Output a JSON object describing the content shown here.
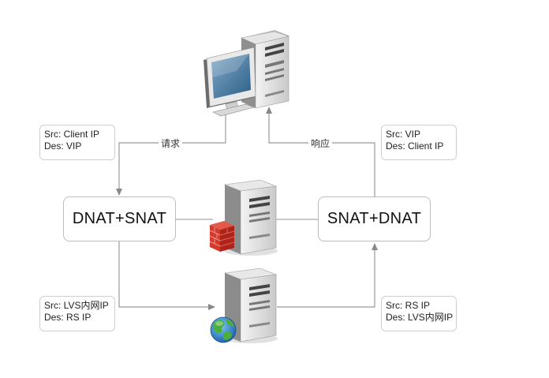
{
  "left_box": {
    "label": "DNAT+SNAT"
  },
  "right_box": {
    "label": "SNAT+DNAT"
  },
  "notes": {
    "top_left": {
      "line1": "Src: Client IP",
      "line2": "Des: VIP"
    },
    "top_right": {
      "line1": "Src: VIP",
      "line2": "Des: Client IP"
    },
    "bottom_left": {
      "line1": "Src: LVS内网IP",
      "line2": "Des: RS IP"
    },
    "bottom_right": {
      "line1": "Src: RS IP",
      "line2": "Des: LVS内网IP"
    }
  },
  "edges": {
    "request_label": "请求",
    "response_label": "响应"
  },
  "icons": {
    "client": "desktop-computer-icon",
    "lvs": "server-firewall-icon",
    "real_server": "server-globe-icon"
  }
}
